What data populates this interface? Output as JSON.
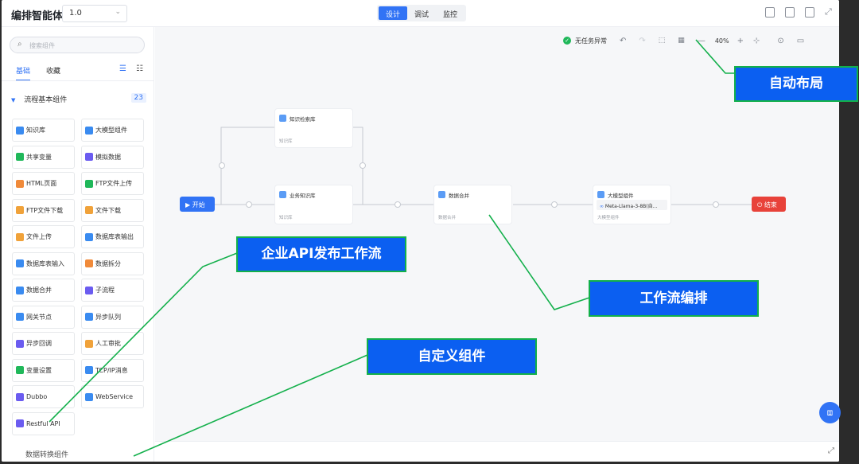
{
  "header": {
    "title": "编排智能体",
    "version": "1.0",
    "modes": [
      "设计",
      "调试",
      "监控"
    ],
    "active_mode": "设计",
    "icons": [
      "save-icon",
      "save-as-icon",
      "document-icon",
      "expand-icon"
    ]
  },
  "sidebar": {
    "search_placeholder": "搜索组件",
    "tabs": [
      "基础",
      "收藏"
    ],
    "group_title": "流程基本组件",
    "group_count": "23",
    "components": [
      {
        "label": "知识库",
        "color": "#3a8bf0"
      },
      {
        "label": "大模型组件",
        "color": "#3a8bf0"
      },
      {
        "label": "共享变量",
        "color": "#20b85a"
      },
      {
        "label": "模拟数据",
        "color": "#6b5cf0"
      },
      {
        "label": "HTML页面",
        "color": "#f08a3a"
      },
      {
        "label": "FTP文件上传",
        "color": "#20b85a"
      },
      {
        "label": "FTP文件下载",
        "color": "#f0a23a"
      },
      {
        "label": "文件下载",
        "color": "#f0a23a"
      },
      {
        "label": "文件上传",
        "color": "#f0a23a"
      },
      {
        "label": "数据库表输出",
        "color": "#3a8bf0"
      },
      {
        "label": "数据库表输入",
        "color": "#3a8bf0"
      },
      {
        "label": "数据拆分",
        "color": "#f08a3a"
      },
      {
        "label": "数据合并",
        "color": "#3a8bf0"
      },
      {
        "label": "子流程",
        "color": "#6b5cf0"
      },
      {
        "label": "网关节点",
        "color": "#3a8bf0"
      },
      {
        "label": "异步队列",
        "color": "#3a8bf0"
      },
      {
        "label": "异步回调",
        "color": "#6b5cf0"
      },
      {
        "label": "人工审批",
        "color": "#f0a23a"
      },
      {
        "label": "变量设置",
        "color": "#20b85a"
      },
      {
        "label": "TCP/IP消息",
        "color": "#3a8bf0"
      },
      {
        "label": "Dubbo",
        "color": "#6b5cf0"
      },
      {
        "label": "WebService",
        "color": "#3a8bf0"
      },
      {
        "label": "Restful API",
        "color": "#6b5cf0"
      }
    ],
    "group2_title": "数据转换组件"
  },
  "toolbar": {
    "status": "无任务异常",
    "zoom": "40%"
  },
  "nodes": {
    "start": "开始",
    "end": "结束",
    "kb_retrieve": {
      "title": "知识检索库",
      "sub": "知识库"
    },
    "kb_business": {
      "title": "业务知识库",
      "sub": "知识库"
    },
    "data_merge": {
      "title": "数据合并",
      "sub": "数据合并"
    },
    "llm": {
      "title": "大模型组件",
      "model": "Meta-Llama-3-8B(自...",
      "sub": "大模型组件"
    }
  },
  "annotations": {
    "auto_layout": "自动布局",
    "enterprise_api": "企业API发布工作流",
    "orchestration": "工作流编排",
    "custom_component": "自定义组件"
  }
}
